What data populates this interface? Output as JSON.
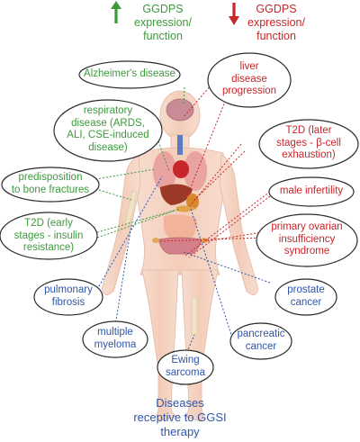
{
  "colors": {
    "increase": "#3c9a3c",
    "decrease": "#c8262a",
    "therapy": "#2f56a8",
    "skin": "#f4d2c2"
  },
  "legend": {
    "up": {
      "icon": "arrow-up-icon",
      "text": "GGDPS\nexpression/\nfunction"
    },
    "down": {
      "icon": "arrow-down-icon",
      "text": "GGDPS\nexpression/\nfunction"
    }
  },
  "increased": [
    {
      "key": "alzheimers",
      "text": "Alzheimer's disease"
    },
    {
      "key": "respiratory",
      "text": "respiratory\ndisease (ARDS,\nALI, CSE-induced\ndisease)"
    },
    {
      "key": "fractures",
      "text": "predisposition\nto bone fractures"
    },
    {
      "key": "t2d-early",
      "text": "T2D (early\nstages - insulin\nresistance)"
    }
  ],
  "decreased": [
    {
      "key": "liver",
      "text": "liver\ndisease\nprogression"
    },
    {
      "key": "t2d-late",
      "text": "T2D (later\nstages - β-cell\nexhaustion)"
    },
    {
      "key": "infertility",
      "text": "male infertility"
    },
    {
      "key": "ovarian",
      "text": "primary ovarian\ninsufficiency\nsyndrome"
    }
  ],
  "therapy": [
    {
      "key": "pulmonary",
      "text": "pulmonary\nfibrosis"
    },
    {
      "key": "myeloma",
      "text": "multiple\nmyeloma"
    },
    {
      "key": "ewing",
      "text": "Ewing\nsarcoma"
    },
    {
      "key": "pancreatic",
      "text": "pancreatic\ncancer"
    },
    {
      "key": "prostate",
      "text": "prostate\ncancer"
    }
  ],
  "footer": "Diseases\nreceptive to GGSI\ntherapy"
}
